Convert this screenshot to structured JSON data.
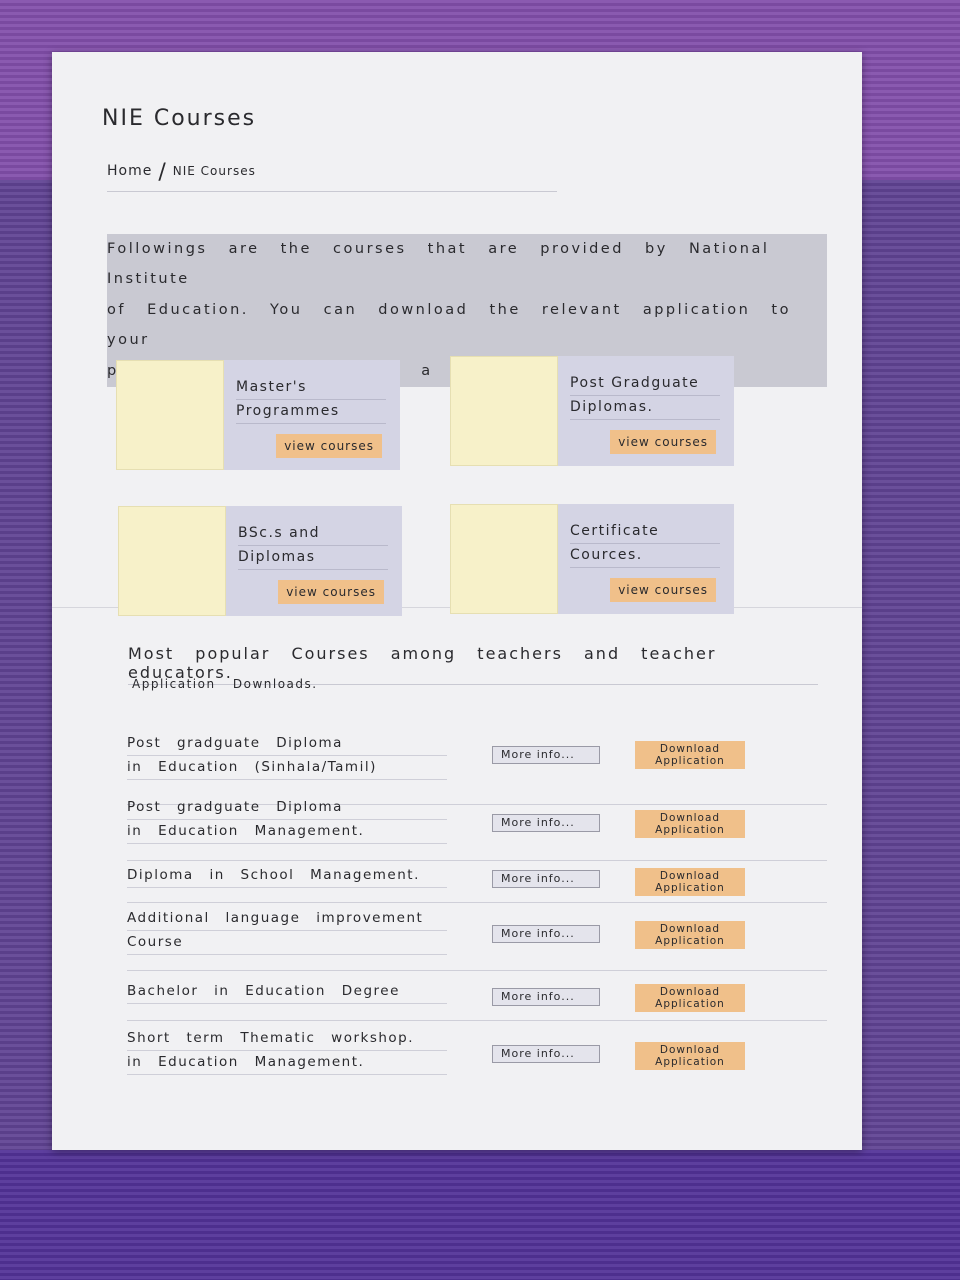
{
  "page": {
    "title": "NIE Courses",
    "breadcrumb": {
      "home": "Home",
      "separator": "/",
      "current": "NIE Courses"
    },
    "intro": [
      "Followings are the courses that are provided by National Institute",
      "of Education. You can download the relevant application to your",
      "preffered course. Click on a Course to get started."
    ]
  },
  "categories": [
    {
      "lines": [
        "Master's",
        "Programmes"
      ],
      "button": "view courses"
    },
    {
      "lines": [
        "Post Gradguate",
        "Diplomas."
      ],
      "button": "view courses"
    },
    {
      "lines": [
        "BSc.s and",
        "Diplomas"
      ],
      "button": "view courses"
    },
    {
      "lines": [
        "Certificate",
        "Cources."
      ],
      "button": "view courses"
    }
  ],
  "popular": {
    "title": "Most popular Courses among teachers and teacher educators.",
    "subtitle": "Application Downloads.",
    "courses": [
      {
        "lines": [
          "Post gradguate Diploma",
          "in Education (Sinhala/Tamil)"
        ],
        "more": "More info...",
        "download": [
          "Download",
          "Application"
        ]
      },
      {
        "lines": [
          "Post gradguate Diploma",
          "in Education Management."
        ],
        "more": "More info...",
        "download": [
          "Download",
          "Application"
        ]
      },
      {
        "lines": [
          "Diploma in School Management."
        ],
        "more": "More info...",
        "download": [
          "Download",
          "Application"
        ]
      },
      {
        "lines": [
          "Additional language improvement",
          "Course"
        ],
        "more": "More info...",
        "download": [
          "Download",
          "Application"
        ]
      },
      {
        "lines": [
          "Bachelor in Education Degree"
        ],
        "more": "More info...",
        "download": [
          "Download",
          "Application"
        ]
      },
      {
        "lines": [
          "Short term Thematic workshop.",
          "in Education Management."
        ],
        "more": "More info...",
        "download": [
          "Download",
          "Application"
        ]
      }
    ]
  },
  "colors": {
    "paper": "#f1f1f3",
    "card": "#d4d4e4",
    "thumbnail": "#f7f1c9",
    "accent_button": "#f0c08a",
    "more_button": "#e4e4ec",
    "background": "#6a4f9a"
  }
}
